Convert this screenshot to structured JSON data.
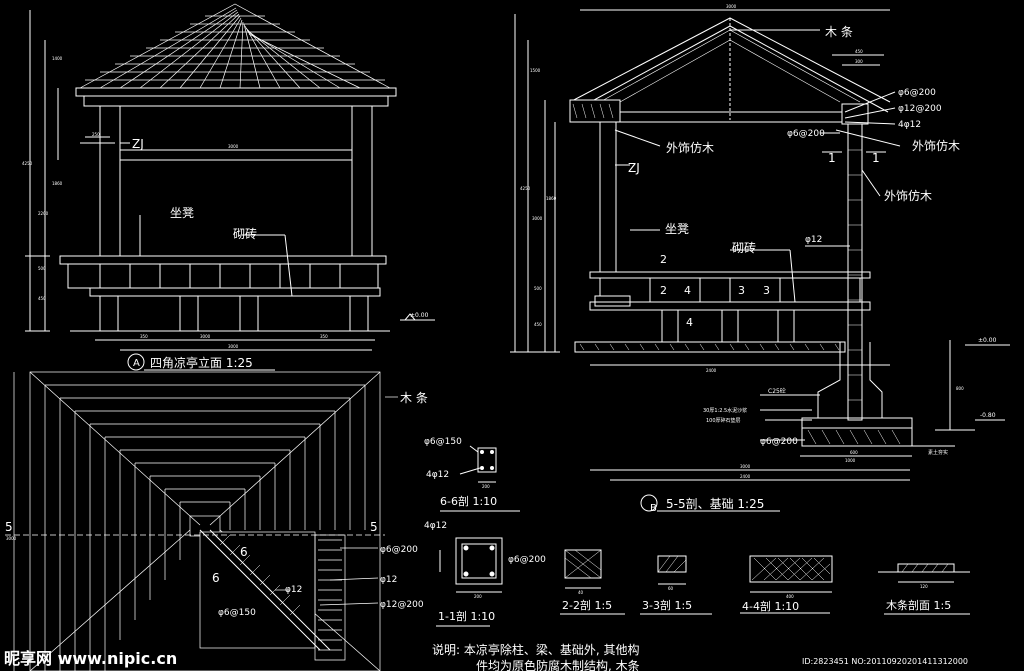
{
  "labels": {
    "elevation_title": "四角凉亭立面 1:25",
    "elevation_mark": "A",
    "section_title": "5-5剖、基础 1:25",
    "section_mark": "B",
    "zj_left": "ZJ",
    "zj_right": "ZJ",
    "bench_left": "坐凳",
    "bench_right": "坐凳",
    "brick_left": "砌砖",
    "brick_right": "砌砖",
    "purlin_top": "木 条",
    "purlin_plan": "木 条",
    "wood_finish_1": "外饰仿木",
    "wood_finish_2": "外饰仿木",
    "wood_finish_3": "外饰仿木",
    "rebar_top_1": "φ6@200",
    "rebar_top_2": "φ12@200",
    "rebar_top_3": "4φ12",
    "rebar_mid": "φ6@200",
    "rebar_col": "φ12",
    "rebar_found": "φ6@200",
    "found_layer_1": "30厚1:2.5水泥沙浆",
    "found_layer_2": "100厚碎石垫层",
    "found_c": "C25砼",
    "soil": "素土夯实",
    "level_0_left": "±0.00",
    "level_0_right": "±0.00",
    "level_neg": "-0.80",
    "sec_6_rebar_1": "φ6@150",
    "sec_6_rebar_2": "4φ12",
    "sec_6_title": "6-6剖 1:10",
    "sec_1_rebar_1": "4φ12",
    "sec_1_rebar_2": "φ6@200",
    "sec_1_title": "1-1剖 1:10",
    "sec_2_title": "2-2剖 1:5",
    "sec_3_title": "3-3剖 1:5",
    "sec_4_title": "4-4剖 1:10",
    "purlin_sec_title": "木条剖面 1:5",
    "plan_rebar_1": "φ6@200",
    "plan_rebar_2": "φ12",
    "plan_rebar_3": "φ12@200",
    "plan_rebar_4": "φ12",
    "plan_rebar_5": "φ6@150",
    "plan_cut_left": "5",
    "plan_cut_right": "5",
    "plan_num_6a": "6",
    "plan_num_6b": "6",
    "cut_1a": "1",
    "cut_1b": "1",
    "num_2a": "2",
    "num_2b": "2",
    "num_3a": "3",
    "num_3b": "3",
    "num_4a": "4",
    "num_4b": "4",
    "note_1": "说明: 本凉亭除柱、梁、基础外, 其他构",
    "note_2": "件均为原色防腐木制结构, 木条",
    "watermark_logo": "昵享网 www.nipic.cn",
    "watermark_id": "ID:2823451 NO:20110920201411312000"
  },
  "dims": {
    "e_w_total": "3000",
    "e_w_inner": "3000",
    "e_b1": "350",
    "e_b2": "3000",
    "e_b3": "350",
    "e_h1": "1400",
    "e_h2": "2200",
    "e_h3": "1860",
    "e_h4": "4250",
    "e_h5": "450",
    "e_h6": "500",
    "e_h7": "250",
    "s_w_top": "3000",
    "s_w_450": "450",
    "s_w_300": "300",
    "s_w_2400": "2400",
    "s_w_3000": "3000",
    "s_h1": "1500",
    "s_h2": "3000",
    "s_h3": "4250",
    "s_h4": "1860",
    "s_h5": "500",
    "s_h6": "450",
    "s_h7": "800",
    "s_f1": "600",
    "s_f2": "1000",
    "s_f3": "2400",
    "sec_6_dim": "200",
    "sec_1_dim": "200",
    "sec_2_dim": "40",
    "sec_3_dim": "60",
    "sec_4_dim": "400",
    "purlin_dim": "120",
    "plan_dim": "3000"
  }
}
